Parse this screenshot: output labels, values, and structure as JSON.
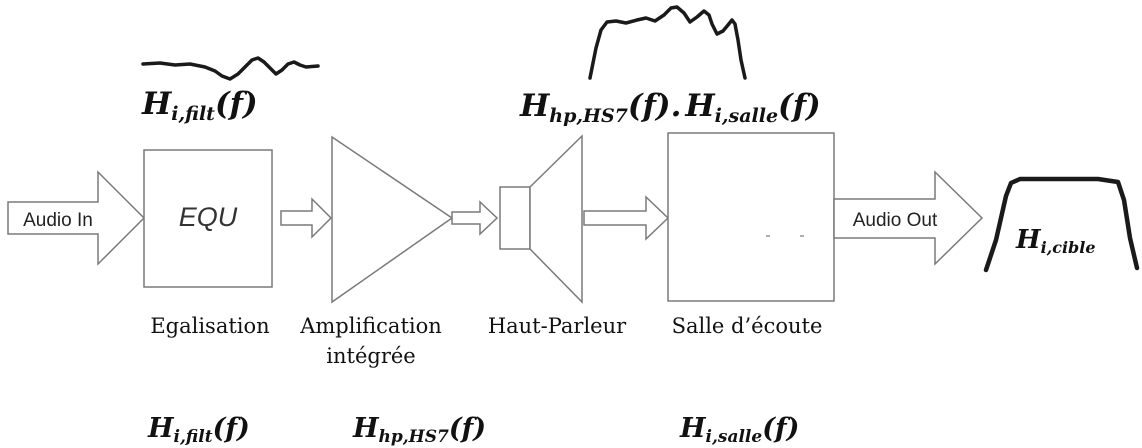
{
  "blocks": {
    "audio_in": "Audio In",
    "equ": "EQU",
    "audio_out": "Audio Out"
  },
  "captions": {
    "egalisation": "Egalisation",
    "amplification_line1": "Amplification",
    "amplification_line2": "intégrée",
    "haut_parleur": "Haut-Parleur",
    "salle": "Salle d’écoute"
  },
  "transfer_functions": {
    "filter_top": {
      "base": "H",
      "sub": "i,filt",
      "arg": "(f)"
    },
    "hp_top_1": {
      "base": "H",
      "sub": "hp,HS7",
      "arg": "(f)"
    },
    "hp_top_dot": ".",
    "hp_top_2": {
      "base": "H",
      "sub": "i,salle",
      "arg": "(f)"
    },
    "cible": {
      "base": "H",
      "sub": "i,cible"
    },
    "filter_bottom": {
      "base": "H",
      "sub": "i,filt",
      "arg": "(f)"
    },
    "hp_bottom": {
      "base": "H",
      "sub": "hp,HS7",
      "arg": "(f)"
    },
    "salle_bottom": {
      "base": "H",
      "sub": "i,salle",
      "arg": "(f)"
    }
  },
  "colors": {
    "stroke": "#7a7a7a",
    "curve": "#1a1a1a",
    "text": "#111111"
  }
}
